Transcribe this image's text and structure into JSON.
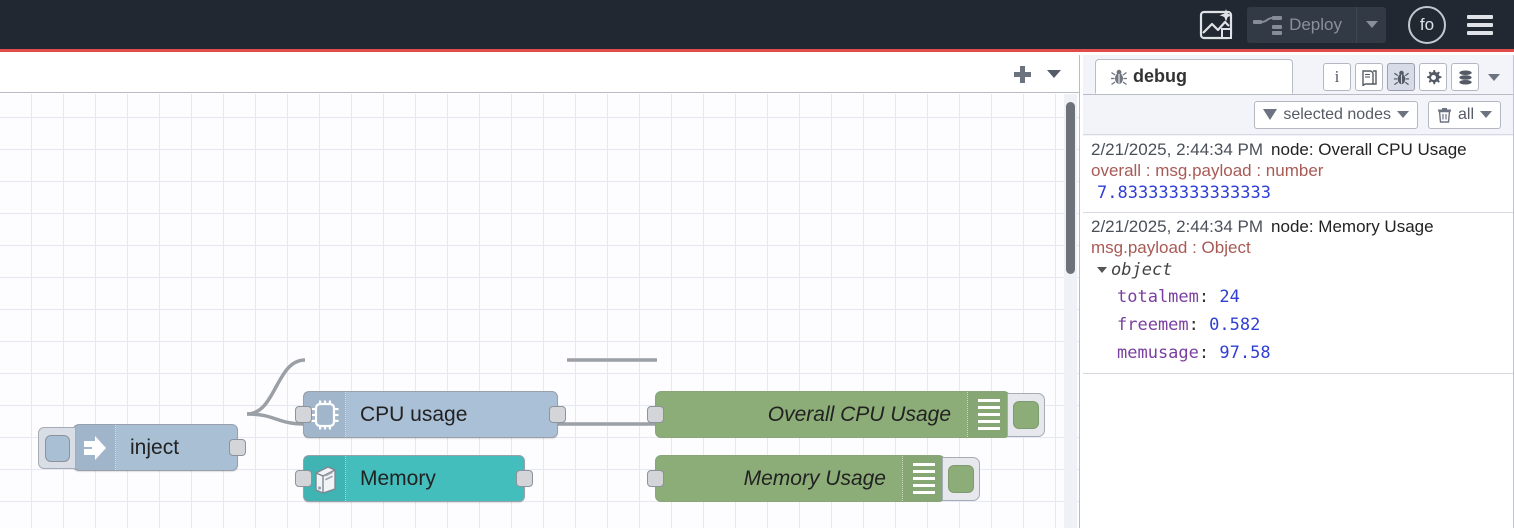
{
  "header": {
    "ai_icon": "image-sparkle-icon",
    "deploy_label": "Deploy",
    "deploy_icon": "deploy-nodes-icon",
    "deploy_caret": "chevron-down-icon",
    "avatar_initials": "fo",
    "menu_icon": "hamburger-menu-icon",
    "accent_red": "#e24b4b",
    "bg": "#222831"
  },
  "workspace": {
    "add_flow_icon": "plus-icon",
    "flow_menu_icon": "chevron-down-icon",
    "grid_color": "#e6e8f5",
    "canvas_bg": "#fdfdff",
    "nodes": [
      {
        "id": "inject",
        "label": "inject",
        "icon": "inject-arrow-icon",
        "color": "#a9bfd4",
        "button_name": "inject-trigger-button"
      },
      {
        "id": "cpu",
        "label": "CPU usage",
        "icon": "cpu-chip-icon",
        "color": "#aac0d6"
      },
      {
        "id": "memory",
        "label": "Memory",
        "icon": "server-tower-icon",
        "color": "#44bdbd"
      },
      {
        "id": "debug-cpu",
        "label": "Overall CPU Usage",
        "icon": "debug-lines-icon",
        "color": "#8cad78",
        "toggle_name": "debug-enable-toggle"
      },
      {
        "id": "debug-mem",
        "label": "Memory Usage",
        "icon": "debug-lines-icon",
        "color": "#8cad78",
        "toggle_name": "debug-enable-toggle"
      }
    ]
  },
  "sidebar": {
    "active_tab": "debug",
    "tab_icon": "bug-icon",
    "tools": [
      {
        "name": "info-icon",
        "glyph": "i",
        "active": false
      },
      {
        "name": "help-book-icon",
        "glyph": "",
        "active": false
      },
      {
        "name": "debug-bug-icon",
        "glyph": "",
        "active": true
      },
      {
        "name": "config-gear-icon",
        "glyph": "",
        "active": false
      },
      {
        "name": "context-data-icon",
        "glyph": "",
        "active": false
      }
    ],
    "more_icon": "chevron-down-icon",
    "filters": {
      "nodes_filter_label": "selected nodes",
      "nodes_filter_icon": "funnel-icon",
      "clear_label": "all",
      "clear_icon": "trash-icon",
      "caret_icon": "chevron-down-icon"
    },
    "messages": [
      {
        "timestamp": "2/21/2025, 2:44:34 PM",
        "node_prefix": "node: ",
        "node": "Overall CPU Usage",
        "topic": "overall : msg.payload : number",
        "type": "number",
        "value": "7.833333333333333"
      },
      {
        "timestamp": "2/21/2025, 2:44:34 PM",
        "node_prefix": "node: ",
        "node": "Memory Usage",
        "topic": "msg.payload : Object",
        "type": "object",
        "object_label": "object",
        "properties": [
          {
            "key": "totalmem",
            "value": "24"
          },
          {
            "key": "freemem",
            "value": "0.582"
          },
          {
            "key": "memusage",
            "value": "97.58"
          }
        ]
      }
    ]
  }
}
